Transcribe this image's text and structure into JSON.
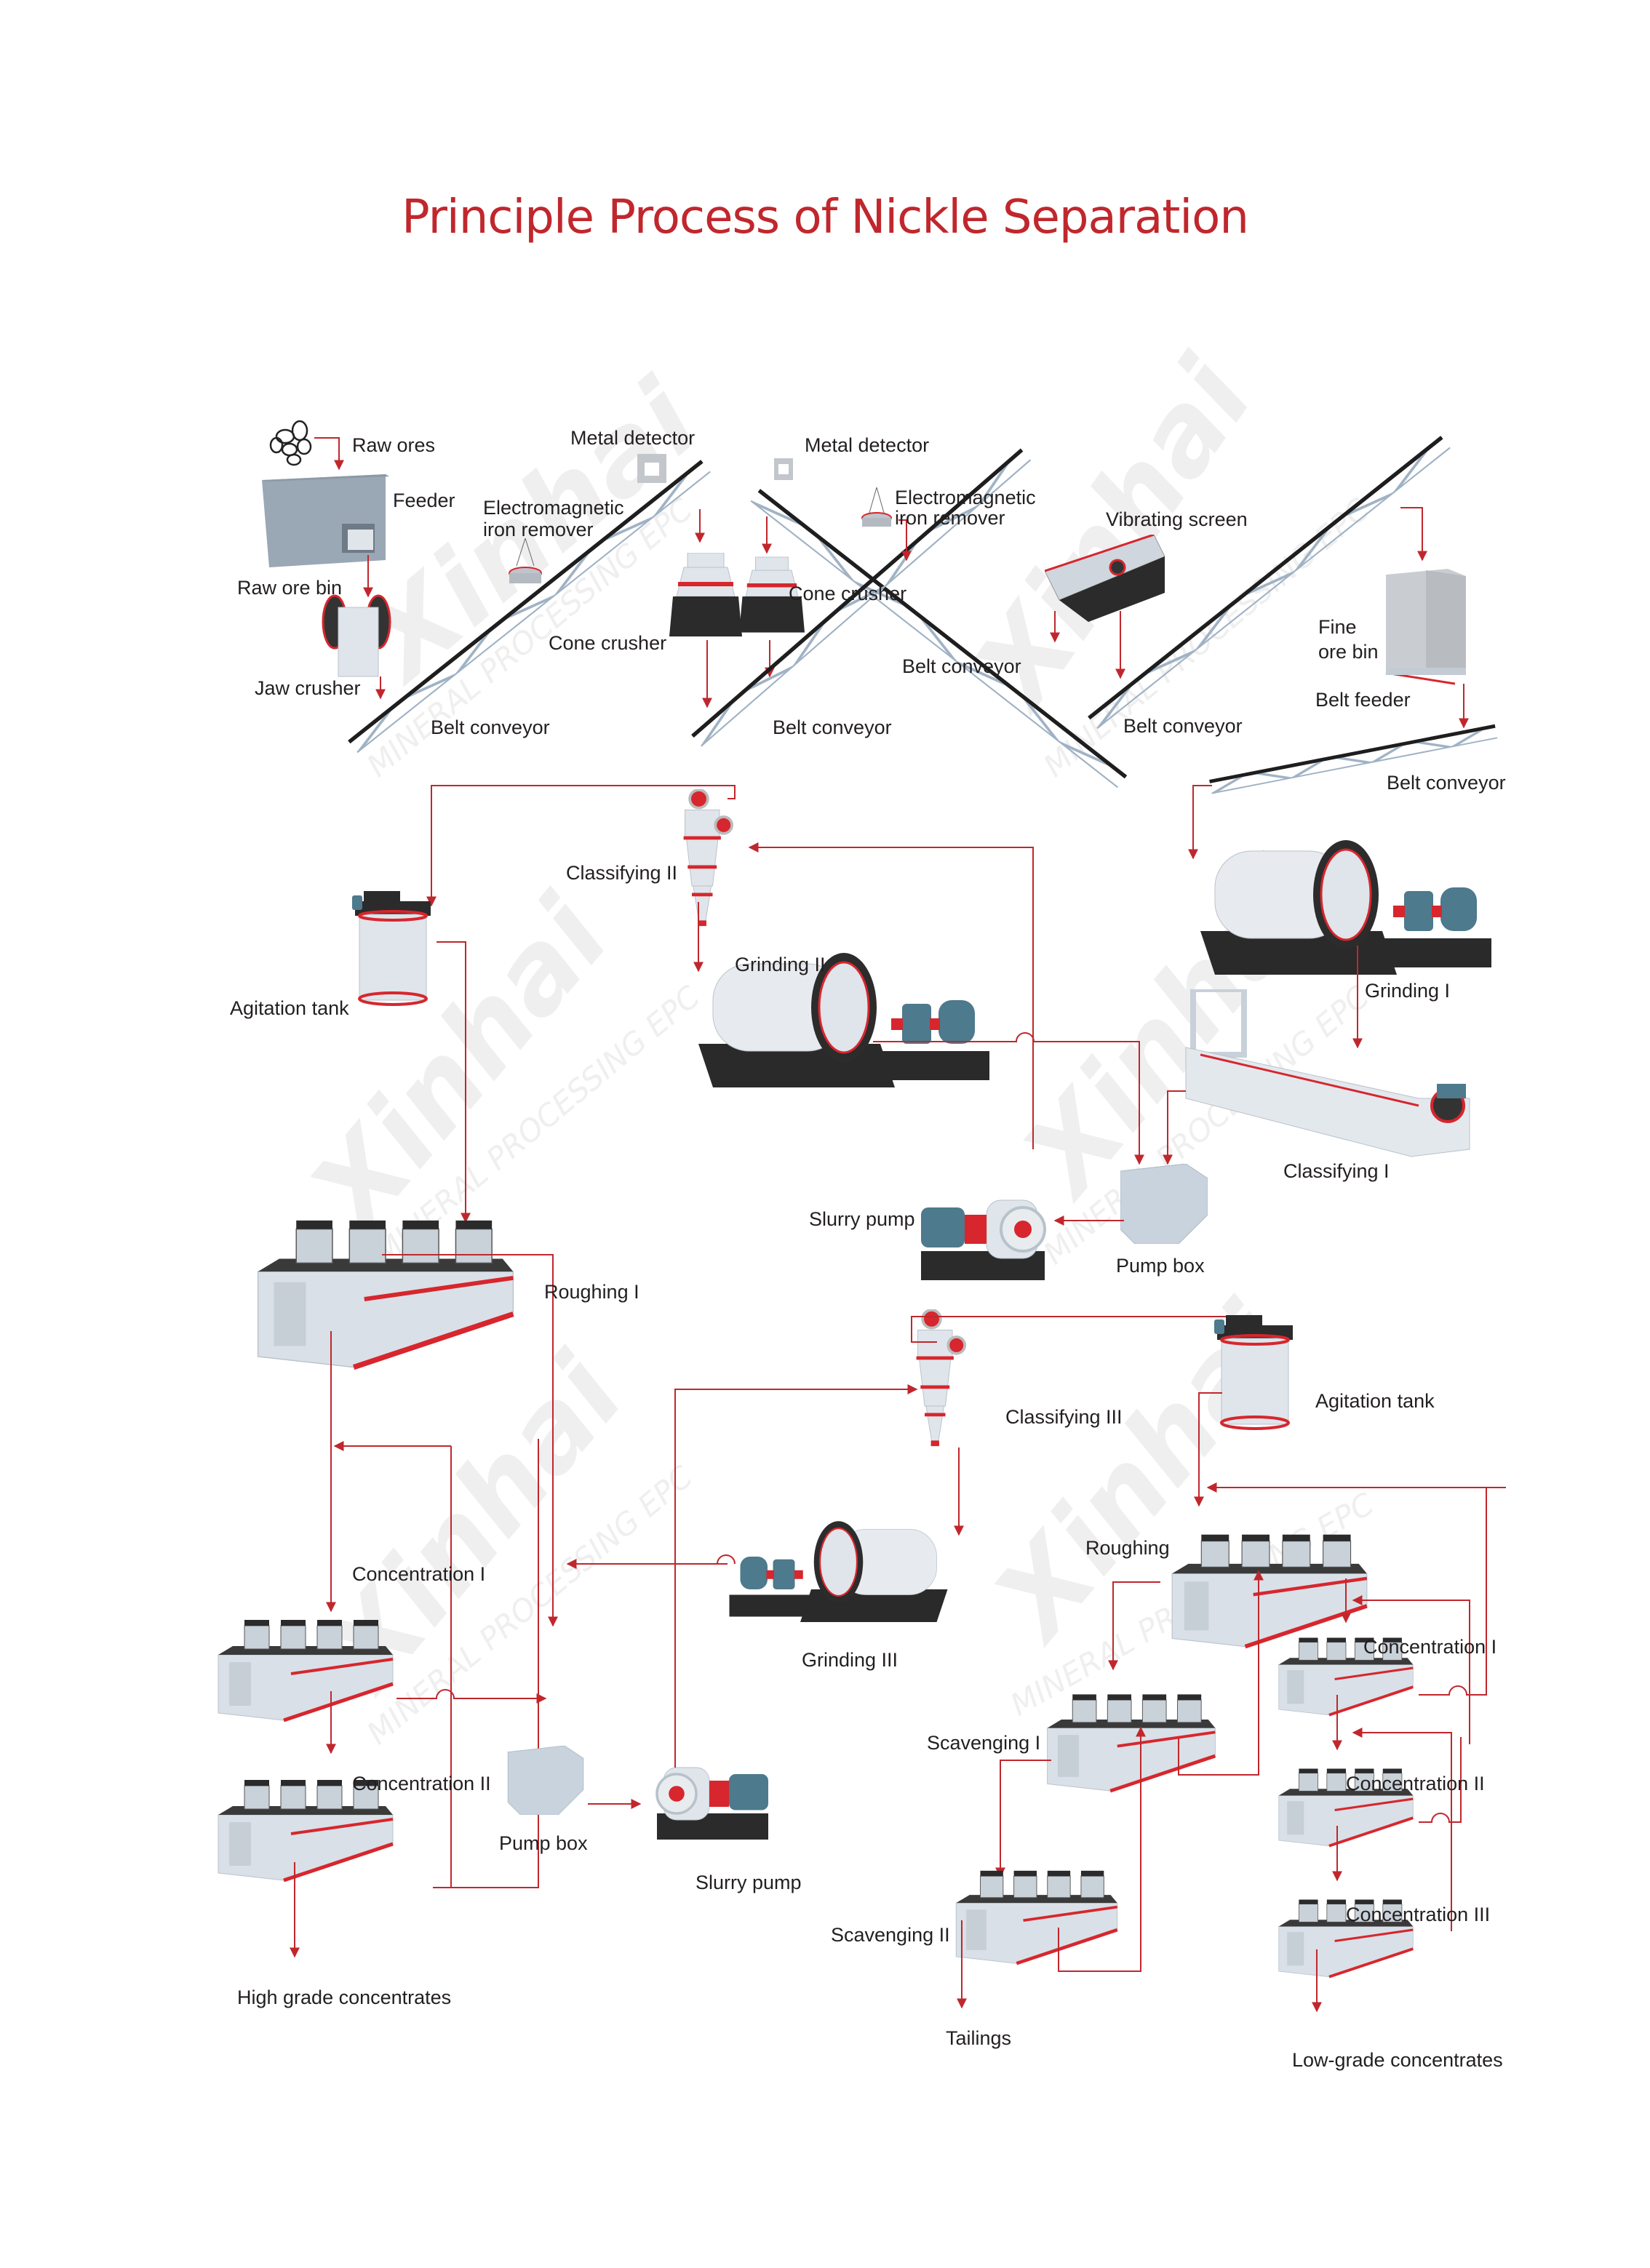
{
  "title": "Principle Process of Nickle Separation",
  "watermark": {
    "brand": "Xinhai",
    "tagline": "MINERAL PROCESSING EPC"
  },
  "colors": {
    "title": "#c0272d",
    "flow_line": "#c0272d",
    "text": "#231f20",
    "machine_body": "#d6dde4",
    "machine_dark": "#2b2b2b",
    "machine_accent": "#d7262d",
    "motor": "#4d7a8c",
    "bin": "#9aa7b4"
  },
  "labels": {
    "raw_ores": "Raw ores",
    "feeder": "Feeder",
    "raw_ore_bin": "Raw ore bin",
    "jaw_crusher": "Jaw crusher",
    "belt_conveyor_1": "Belt conveyor",
    "metal_detector_1": "Metal detector",
    "em_iron_remover_1_line1": "Electromagnetic",
    "em_iron_remover_1_line2": "iron remover",
    "cone_crusher_1": "Cone crusher",
    "cone_crusher_2": "Cone crusher",
    "belt_conveyor_2": "Belt conveyor",
    "metal_detector_2": "Metal detector",
    "em_iron_remover_2_line1": "Electromagnetic",
    "em_iron_remover_2_line2": "iron remover",
    "belt_conveyor_3": "Belt conveyor",
    "vibrating_screen": "Vibrating screen",
    "belt_conveyor_4": "Belt conveyor",
    "fine_ore_bin_line1": "Fine",
    "fine_ore_bin_line2": "ore bin",
    "belt_feeder": "Belt feeder",
    "belt_conveyor_5": "Belt conveyor",
    "classifying_2": "Classifying II",
    "grinding_2": "Grinding II",
    "agitation_tank_1": "Agitation tank",
    "grinding_1": "Grinding I",
    "classifying_1": "Classifying I",
    "slurry_pump_1": "Slurry pump",
    "pump_box_1": "Pump box",
    "roughing_1": "Roughing I",
    "classifying_3": "Classifying III",
    "agitation_tank_2": "Agitation tank",
    "concentration_1_left": "Concentration I",
    "grinding_3": "Grinding III",
    "roughing_2": "Roughing",
    "concentration_1_right": "Concentration I",
    "scavenging_1": "Scavenging I",
    "concentration_2_left": "Concentration II",
    "pump_box_2": "Pump box",
    "concentration_2_right": "Concentration II",
    "slurry_pump_2": "Slurry pump",
    "scavenging_2": "Scavenging II",
    "concentration_3": "Concentration III",
    "high_grade_concentrates": "High grade concentrates",
    "tailings": "Tailings",
    "low_grade_concentrates": "Low-grade concentrates"
  }
}
